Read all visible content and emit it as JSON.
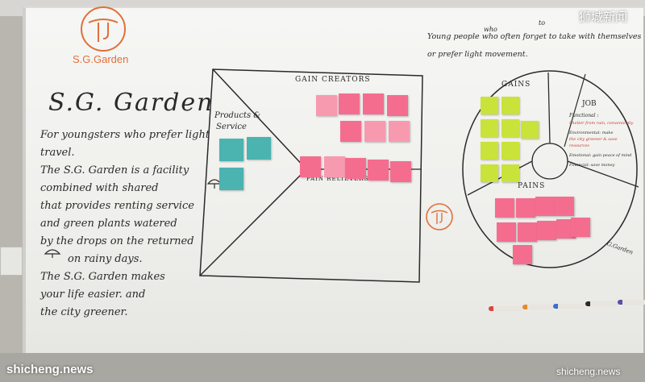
{
  "logo": {
    "caption": "S.G.Garden"
  },
  "left_panel": {
    "title": "S.G. Garden",
    "lines": [
      "For youngsters who prefer light",
      "travel.",
      "The S.G. Garden is a facility",
      "combined with shared",
      "that provides renting service",
      "and green plants watered",
      "by the drops on the returned",
      "on rainy days.",
      "The S.G. Garden makes",
      "your life easier. and",
      "the city greener."
    ]
  },
  "canvas_square": {
    "gain_creators_label": "GAIN CREATORS",
    "products_label_1": "Products &",
    "products_label_2": "Service",
    "pain_relievers_label": "PAIN RELIEVERS"
  },
  "top_right_note": {
    "line1": "Young people who often forget to take with themselves",
    "line2": "or prefer light movement.",
    "who": "who",
    "to": "to"
  },
  "circle": {
    "gains_label": "GAINS",
    "pains_label": "PAINS",
    "job_label": "JOB",
    "job_lines": [
      "Functional :",
      "Shelter from rain, conveniently",
      "Environmental: make",
      "the city greener & save",
      "resources",
      "Emotional: gain peace of mind",
      "Financial: save money"
    ],
    "signature": "G.Garden"
  },
  "watermark": {
    "top_right": "狮城新闻",
    "bottom_left": "shicheng.news",
    "bottom_right": "shicheng.news"
  },
  "colors": {
    "pink": "#f46d8f",
    "light_pink": "#f79ab0",
    "green": "#c9e33b",
    "teal": "#4bb3b0",
    "logo_orange": "#e0703a",
    "red_ink": "#c0392b"
  }
}
